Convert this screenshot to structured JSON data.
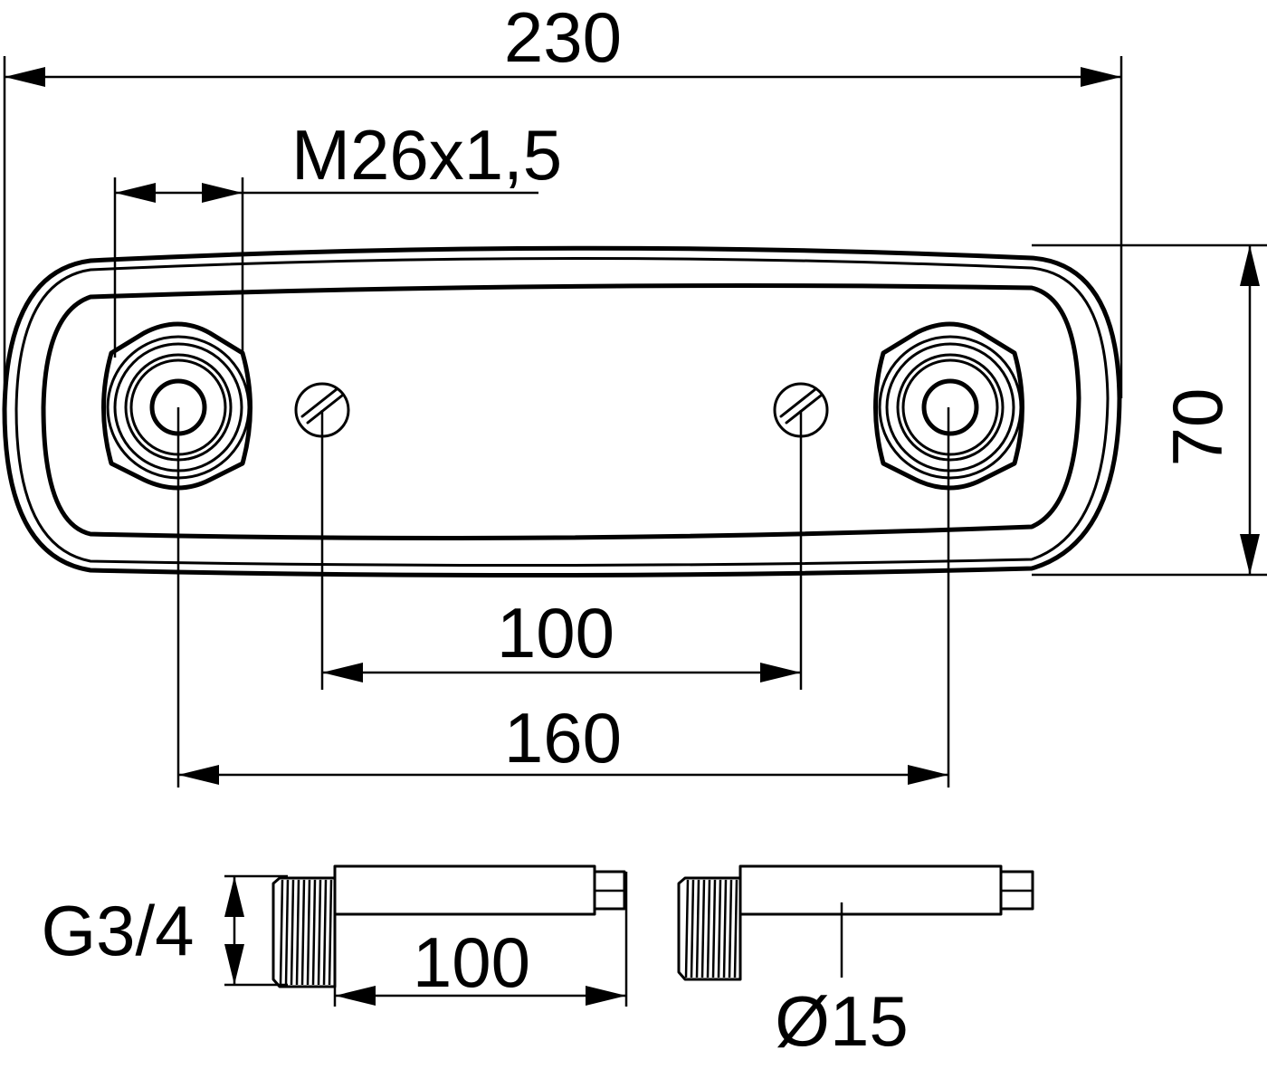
{
  "dimensions": {
    "overall_length": "230",
    "thread_spec": "M26x1,5",
    "overall_height": "70",
    "screw_spacing": "100",
    "connection_spacing": "160",
    "pipe_thread": "G3/4",
    "nipple_length": "100",
    "nipple_diameter": "Ø15"
  },
  "colors": {
    "line": "#000000",
    "background": "#ffffff"
  }
}
